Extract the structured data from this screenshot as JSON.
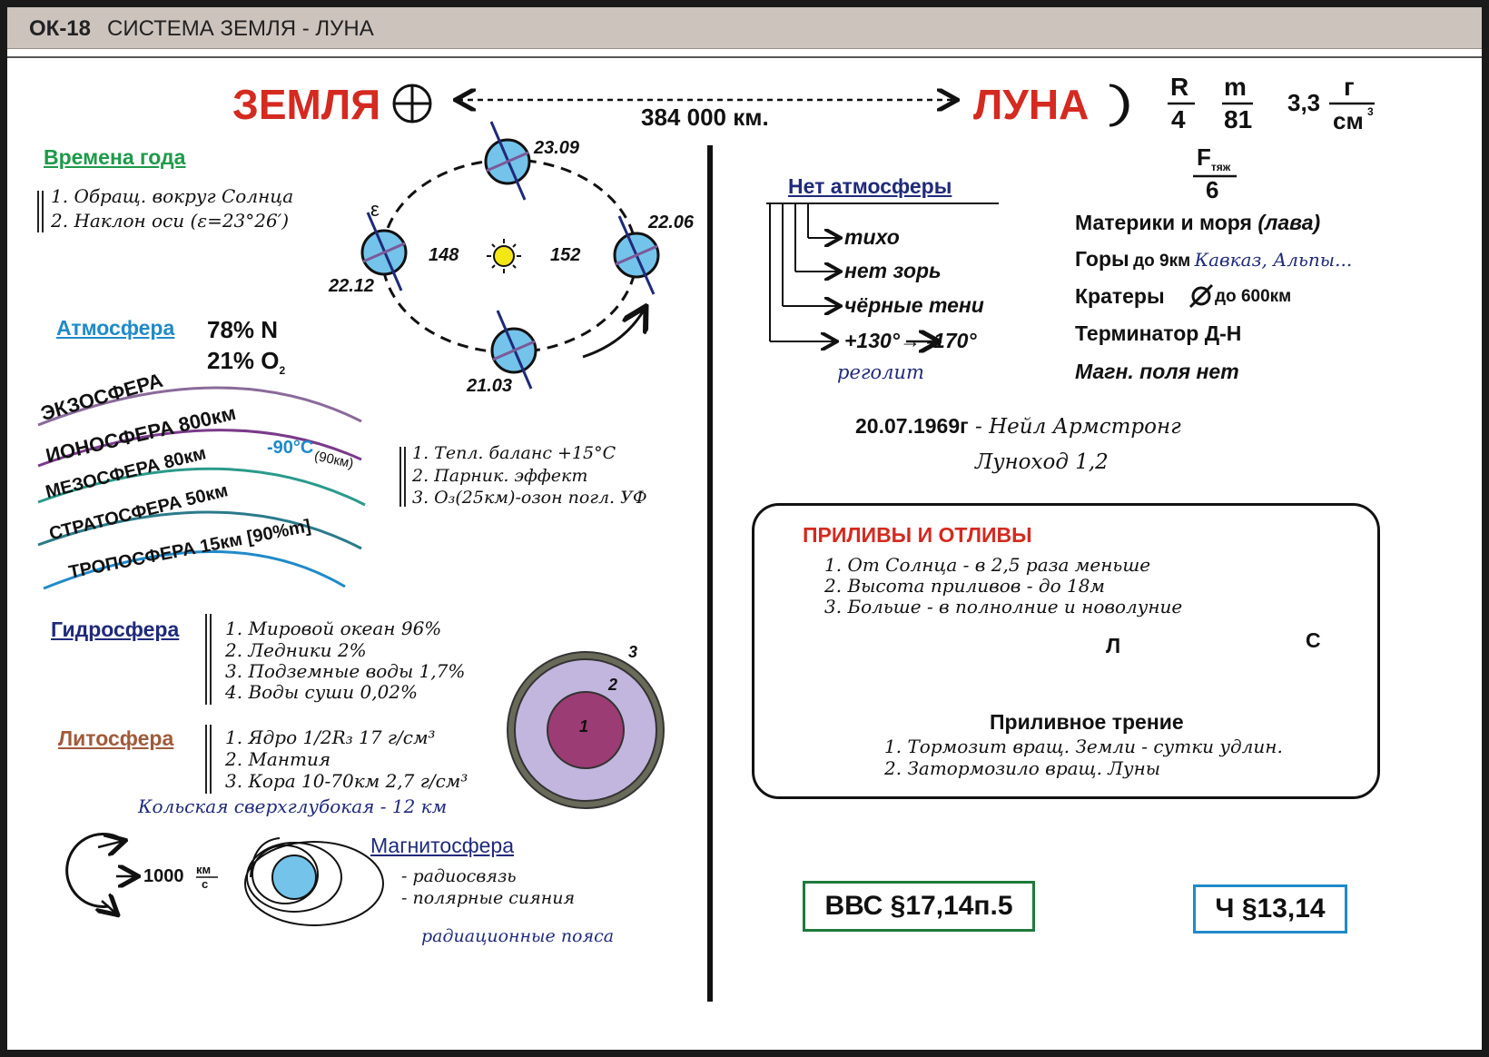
{
  "header": {
    "code": "ОК-18",
    "title": "СИСТЕМА ЗЕМЛЯ - ЛУНА"
  },
  "top": {
    "earth": "ЗЕМЛЯ",
    "moon": "ЛУНА",
    "distance": "384 000 км.",
    "ratio_r_num": "R",
    "ratio_r_den": "4",
    "ratio_m_num": "m",
    "ratio_m_den": "81",
    "density_value": "3,3",
    "density_num": "г",
    "density_den": "см",
    "density_exp": "3"
  },
  "seasons": {
    "heading": "Времена года",
    "items": [
      "1. Обращ. вокруг Солнца",
      "2. Наклон оси (ε=23°26′)"
    ],
    "epsilon": "ε",
    "dates": {
      "d2309": "23.09",
      "d2206": "22.06",
      "d2112": "22.12",
      "d2103": "21.03"
    },
    "dist_left": "148",
    "dist_right": "152"
  },
  "atmosphere": {
    "heading": "Атмосфера",
    "n2": "78% N",
    "o2": "21% O",
    "o2_sub": "2",
    "layers": [
      "ЭКЗОСФЕРА",
      "ИОНОСФЕРА 800км",
      "МЕЗОСФЕРА 80км",
      "СТРАТОСФЕРА 50км",
      "ТРОПОСФЕРА 15км [90%m]"
    ],
    "temp": "-90°С",
    "temp_note": "(90км)",
    "facts": [
      "1. Тепл. баланс +15°С",
      "2. Парник. эффект",
      "3. О₃(25км)-озон погл. УФ"
    ]
  },
  "hydrosphere": {
    "heading": "Гидросфера",
    "items": [
      "1. Мировой океан 96%",
      "2. Ледники 2%",
      "3. Подземные воды 1,7%",
      "4. Воды суши 0,02%"
    ]
  },
  "lithosphere": {
    "heading": "Литосфера",
    "items": [
      "1. Ядро 1/2R₃ 17 г/см³",
      "2. Мантия",
      "3. Кора 10-70км 2,7 г/см³"
    ],
    "kola": "Кольская сверхглубокая - 12 км",
    "labels": [
      "1",
      "2",
      "3"
    ]
  },
  "rotation": {
    "speed": "1000",
    "speed_num": "км",
    "speed_den": "с"
  },
  "magnetosphere": {
    "heading": "Магнитосфера",
    "items": [
      "- радиосвязь",
      "- полярные сияния"
    ],
    "belts": "радиационные пояса"
  },
  "moon": {
    "gravity_num": "F",
    "gravity_sub": "тяж",
    "gravity_den": "6",
    "no_atm": "Нет атмосферы",
    "no_atm_items": [
      "тихо",
      "нет зорь",
      "чёрные тени",
      "+130°→ -170°"
    ],
    "regolith": "реголит",
    "facts": {
      "continents": "Материки и моря",
      "lava": "(лава)",
      "mountains": "Горы",
      "mountains_h": "до 9км",
      "mountains_ex": "Кавказ, Альпы...",
      "craters": "Кратеры",
      "craters_d": "до 600км",
      "terminator": "Терминатор  Д-Н",
      "magnetic": "Магн. поля нет"
    },
    "armstrong_date": "20.07.1969г",
    "armstrong_name": " - Нейл Армстронг",
    "lunokhod": "Луноход 1,2"
  },
  "tides": {
    "heading": "ПРИЛИВЫ И ОТЛИВЫ",
    "items": [
      "1. От Солнца - в 2,5 раза меньше",
      "2. Высота приливов - до 18м",
      "3. Больше - в полнолние и новолуние"
    ],
    "moon_label": "Л",
    "sun_label": "С",
    "friction_heading": "Приливное трение",
    "friction_items": [
      "1. Тормозит вращ. Земли - сутки удлин.",
      "2. Затормозило вращ. Луны"
    ]
  },
  "refs": {
    "vvs": "ВВС §17,14п.5",
    "ch": "Ч §13,14"
  },
  "colors": {
    "red": "#d42a20",
    "green": "#1e9a4a",
    "blue": "#1f8ac9",
    "navy": "#1f2a7a",
    "brown": "#a05a3a",
    "earth": "#74c3ea"
  }
}
